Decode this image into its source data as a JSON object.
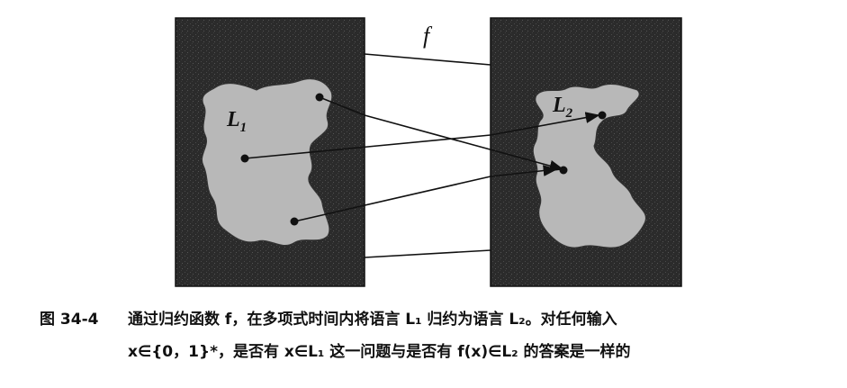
{
  "figure": {
    "function_label": "f",
    "set1_label": "L",
    "set1_sub": "1",
    "set2_label": "L",
    "set2_sub": "2"
  },
  "caption": {
    "number": "图 34-4",
    "line1": "通过归约函数 f，在多项式时间内将语言 L₁ 归约为语言 L₂。对任何输入",
    "line2": "x∈{0，1}*，是否有 x∈L₁ 这一问题与是否有 f(x)∈L₂ 的答案是一样的"
  },
  "colors": {
    "box_dark": "#2a2a2a",
    "region_light": "#b8b8b8",
    "ink": "#111111"
  }
}
